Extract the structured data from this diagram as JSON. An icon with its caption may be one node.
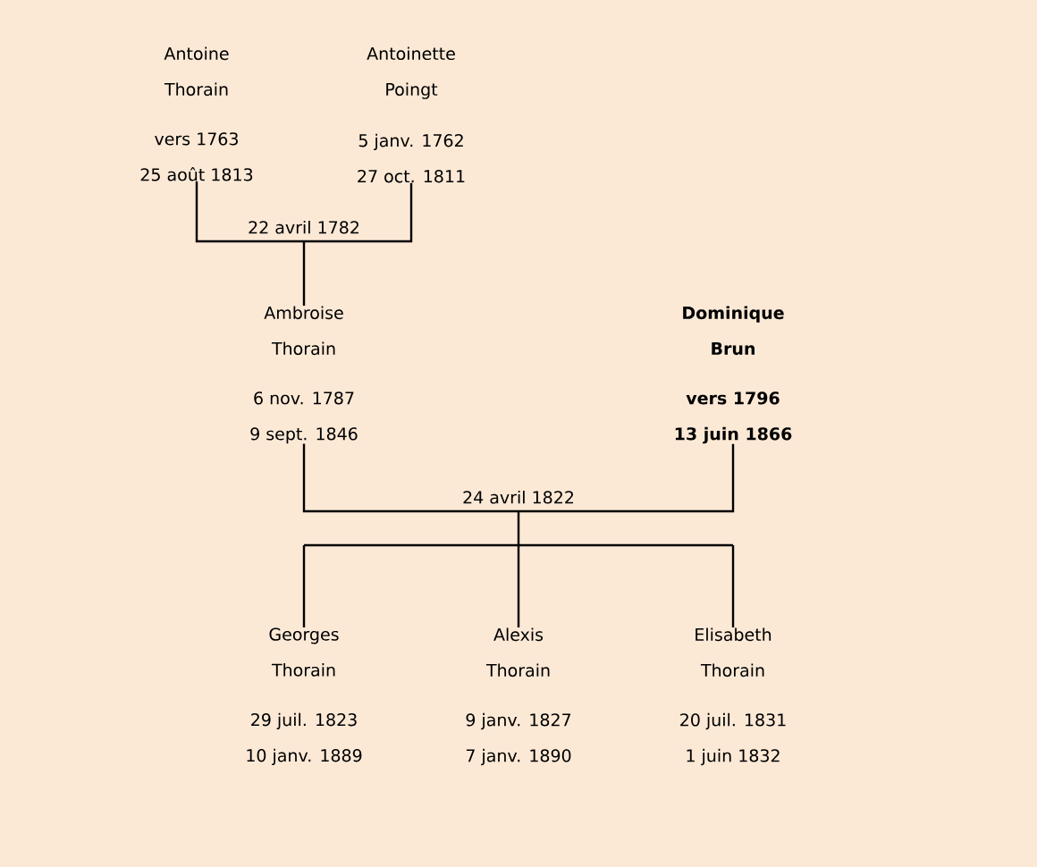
{
  "diagram": {
    "nodes": [
      {
        "text": [
          "Antoine Thorain",
          "vers 1763",
          "25 août 1813"
        ]
      },
      {
        "text": [
          "Antoinette Poingt",
          "5 janv. 1762",
          "27 oct. 1811"
        ]
      },
      {
        "text": [
          "Ambroise Thorain",
          "6 nov. 1787",
          "9 sept. 1846"
        ]
      },
      {
        "text": [
          "**Dominique Brun**",
          "**vers 1796**",
          "**13 juin 1866**"
        ]
      },
      {
        "text": [
          "Georges Thorain",
          "29 juil. 1823",
          "10 janv. 1889"
        ]
      },
      {
        "text": [
          "Alexis Thorain",
          "9 janv. 1827",
          "7 janv. 1890"
        ]
      },
      {
        "text": [
          "Elisabeth Thorain",
          "20 juil. 1831",
          "1 juin 1832"
        ]
      }
    ],
    "edges": [
      {
        "from": 0,
        "to": 1,
        "arrow": "none",
        "label": "22 avril 1782"
      },
      {
        "from": 0,
        "to": 2,
        "arrow": "none"
      },
      {
        "from": 1,
        "to": 2,
        "arrow": "none"
      },
      {
        "from": 2,
        "to": 3,
        "arrow": "none",
        "label": "24 avril 1822"
      },
      {
        "from": 2,
        "to": 4,
        "arrow": "none"
      },
      {
        "from": 2,
        "to": 5,
        "arrow": "none"
      },
      {
        "from": 2,
        "to": 6,
        "arrow": "none"
      },
      {
        "from": 3,
        "to": 4,
        "arrow": "none"
      },
      {
        "from": 3,
        "to": 5,
        "arrow": "none"
      },
      {
        "from": 3,
        "to": 6,
        "arrow": "none"
      }
    ]
  }
}
